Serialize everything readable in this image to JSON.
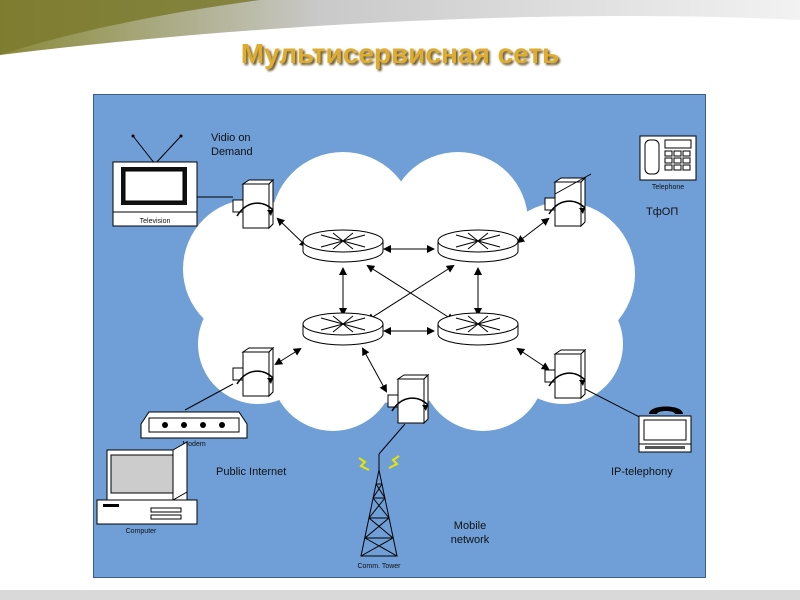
{
  "slide": {
    "title": "Мультисервисная сеть"
  },
  "diagram": {
    "labels": {
      "vod": [
        "Vidio on",
        "Demand"
      ],
      "television": "Television",
      "telephone": "Telephone",
      "tfop": "ТфОП",
      "modem": "Modem",
      "public_internet": "Public Internet",
      "computer": "Computer",
      "ip_telephony": "IP-telephony",
      "mobile_network": [
        "Mobile",
        "network"
      ],
      "comm_tower": "Comm. Tower"
    }
  },
  "colors": {
    "panel": "#6f9fd6",
    "title": "#e0ac30",
    "cloud": "#ffffff"
  }
}
